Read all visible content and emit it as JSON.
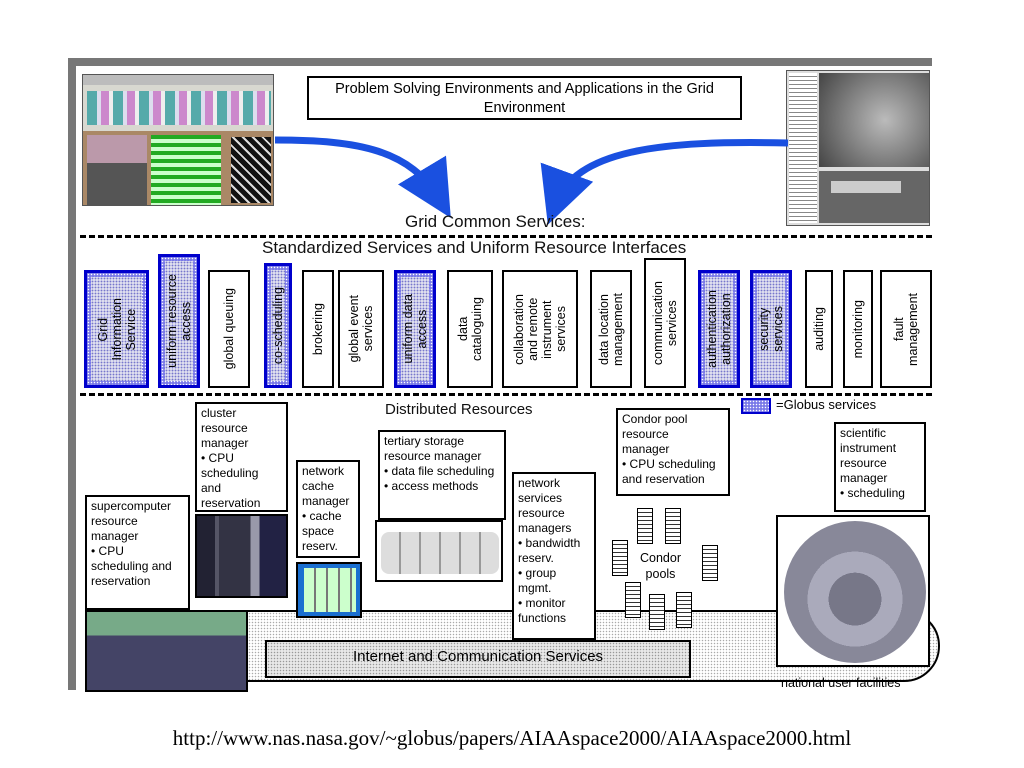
{
  "title": "Problem Solving Environments and Applications in the Grid Environment",
  "grid_common_services": "Grid Common Services:",
  "standardized": "Standardized Services and Uniform Resource Interfaces",
  "distributed_resources": "Distributed Resources",
  "legend": "=Globus services",
  "services": [
    {
      "label": "Grid\nInformation\nService",
      "globus": true
    },
    {
      "label": "uniform resource\naccess",
      "globus": true
    },
    {
      "label": "global queuing",
      "globus": false
    },
    {
      "label": "co-scheduling",
      "globus": true
    },
    {
      "label": "brokering",
      "globus": false
    },
    {
      "label": "global event\nservices",
      "globus": false
    },
    {
      "label": "uniform data\naccess",
      "globus": true
    },
    {
      "label": "data\ncataloguing",
      "globus": false
    },
    {
      "label": "collaboration\nand remote\ninstrument\nservices",
      "globus": false
    },
    {
      "label": "data location\nmanagement",
      "globus": false
    },
    {
      "label": "communication\nservices",
      "globus": false
    },
    {
      "label": "authentication\nauthorization",
      "globus": true
    },
    {
      "label": "security\nservices",
      "globus": true
    },
    {
      "label": "auditing",
      "globus": false
    },
    {
      "label": "monitoring",
      "globus": false
    },
    {
      "label": "fault\nmanagement",
      "globus": false
    }
  ],
  "resources": {
    "cluster": "cluster\nresource\nmanager\n• CPU\n   scheduling\n   and\n   reservation",
    "supercomputer": "supercomputer\nresource\nmanager\n• CPU\n   scheduling and\n   reservation",
    "network_cache": "network\ncache\nmanager\n• cache\n   space\n   reserv.",
    "tertiary": "tertiary storage\nresource manager\n• data file scheduling\n• access methods",
    "network_services": "network\nservices\nresource\nmanagers\n• bandwidth\n   reserv.\n• group\n   mgmt.\n• monitor\n   functions",
    "condor": "Condor pool\nresource\nmanager\n• CPU scheduling\n   and reservation",
    "scientific": "scientific\ninstrument\nresource\nmanager\n• scheduling"
  },
  "condor_pools": "Condor\npools",
  "internet": "Internet and Communication Services",
  "national": "national user facilities",
  "url": "http://www.nas.nasa.gov/~globus/papers/AIAAspace2000/AIAAspace2000.html",
  "colors": {
    "globus_fill": "#7a7ae8",
    "globus_border": "#0000cc",
    "arrow": "#1a50e0",
    "frame": "#777777"
  }
}
